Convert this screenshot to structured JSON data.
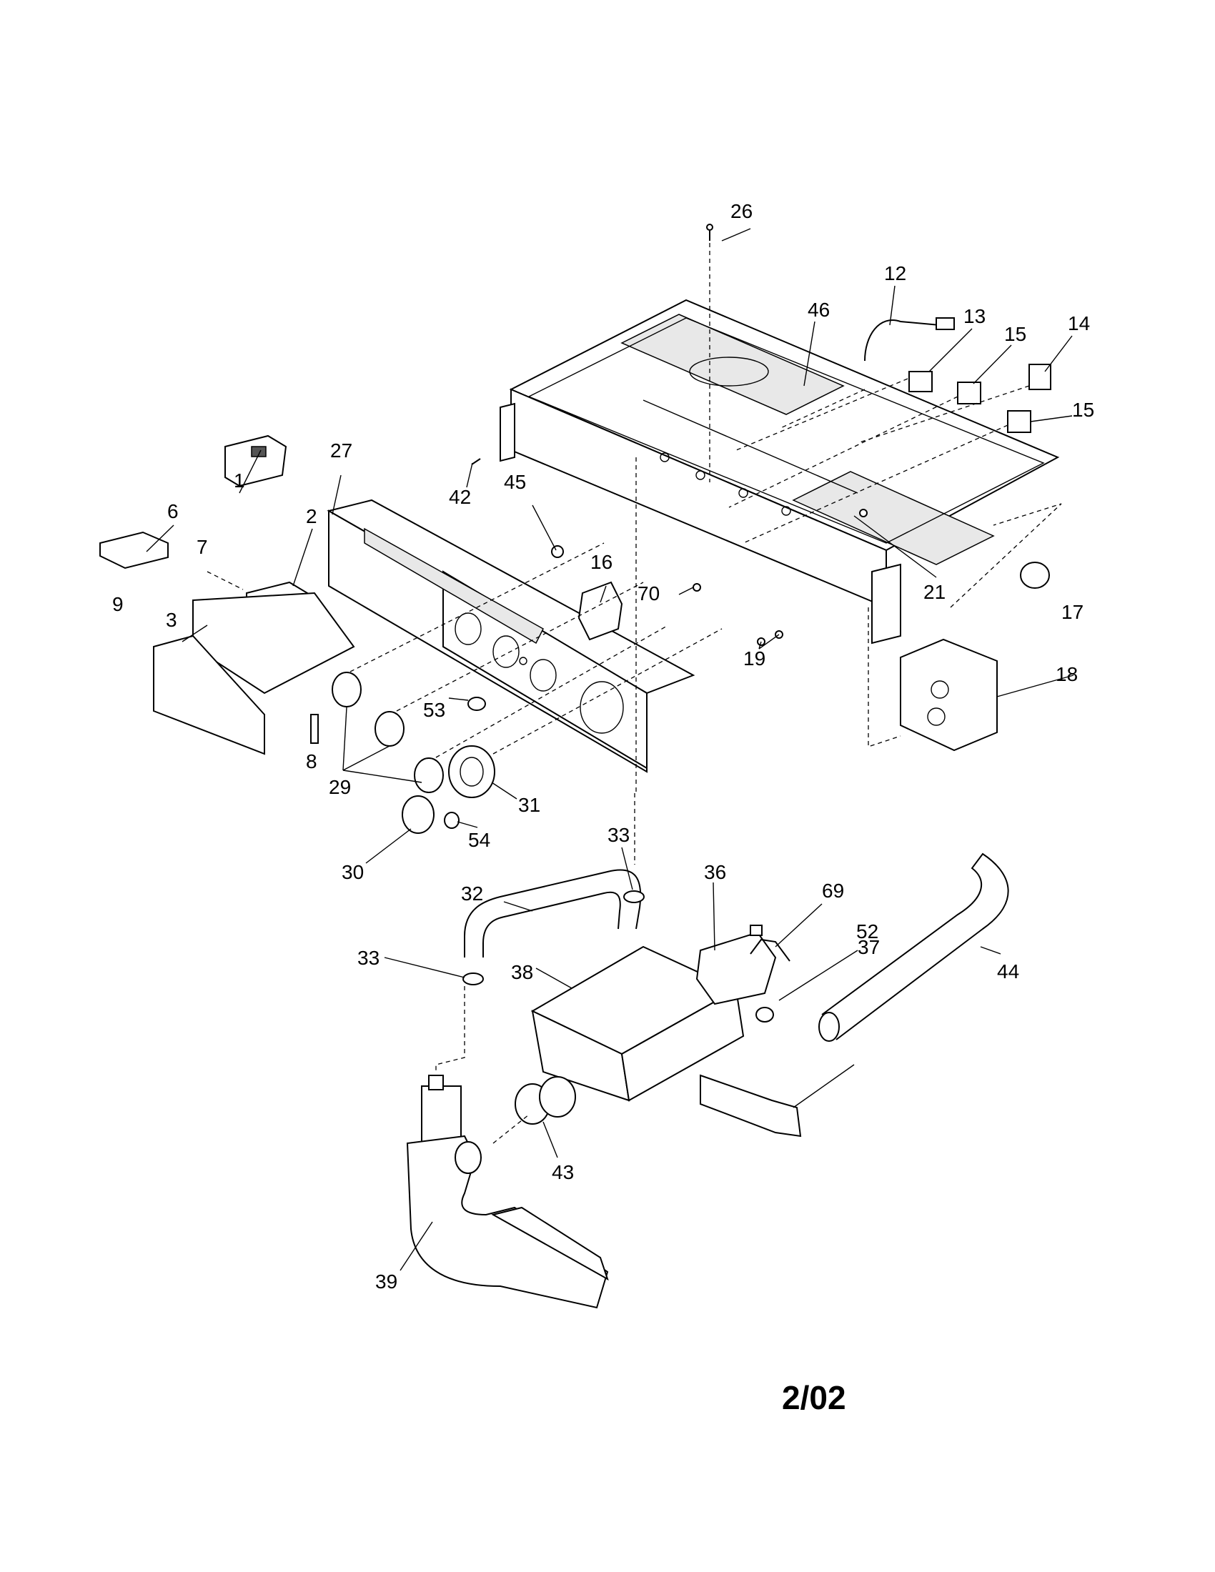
{
  "labels": {
    "l1": "1",
    "l2": "2",
    "l3": "3",
    "l6": "6",
    "l7": "7",
    "l8": "8",
    "l9": "9",
    "l12": "12",
    "l13": "13",
    "l14": "14",
    "l15a": "15",
    "l15b": "15",
    "l16": "16",
    "l17": "17",
    "l18": "18",
    "l19": "19",
    "l21": "21",
    "l26": "26",
    "l27": "27",
    "l29": "29",
    "l30": "30",
    "l31": "31",
    "l32": "32",
    "l33a": "33",
    "l33b": "33",
    "l36": "36",
    "l37": "37",
    "l38": "38",
    "l39": "39",
    "l42": "42",
    "l43": "43",
    "l44": "44",
    "l45": "45",
    "l46": "46",
    "l52": "52",
    "l53": "53",
    "l54": "54",
    "l69": "69",
    "l70": "70"
  },
  "footer": {
    "page_code": "2/02"
  }
}
